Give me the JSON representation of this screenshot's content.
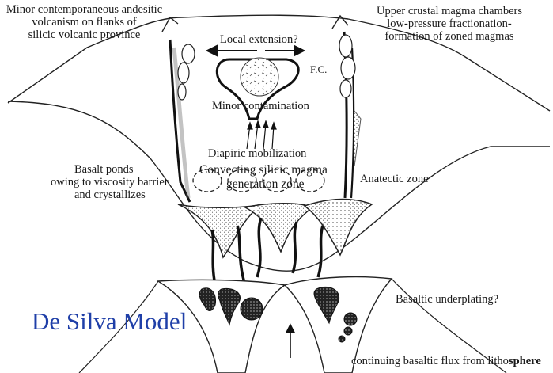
{
  "labels": {
    "volcanism": [
      "Minor contemporaneous andesitic",
      "volcanism on flanks of",
      "silicic volcanic province"
    ],
    "chambers": [
      "Upper crustal magma chambers",
      "low-pressure fractionation-",
      "formation of zoned magmas"
    ],
    "extension": "Local extension?",
    "fc": "F.C.",
    "contamination": "Minor contamination",
    "diapiric": "Diapiric mobilization",
    "convecting": "Convecting silicic magma",
    "generation": "generation zone",
    "basalt": [
      "Basalt ponds",
      "owing to viscosity barrier",
      "and crystallizes"
    ],
    "anatectic": "Anatectic zone",
    "underplating": "Basaltic underplating?",
    "flux_pre": "continuing basaltic flux from litho",
    "flux_bold": "sphere"
  },
  "title": "De Silva Model",
  "colors": {
    "title": "#1f3fa8",
    "ink": "#1a1a1a"
  }
}
